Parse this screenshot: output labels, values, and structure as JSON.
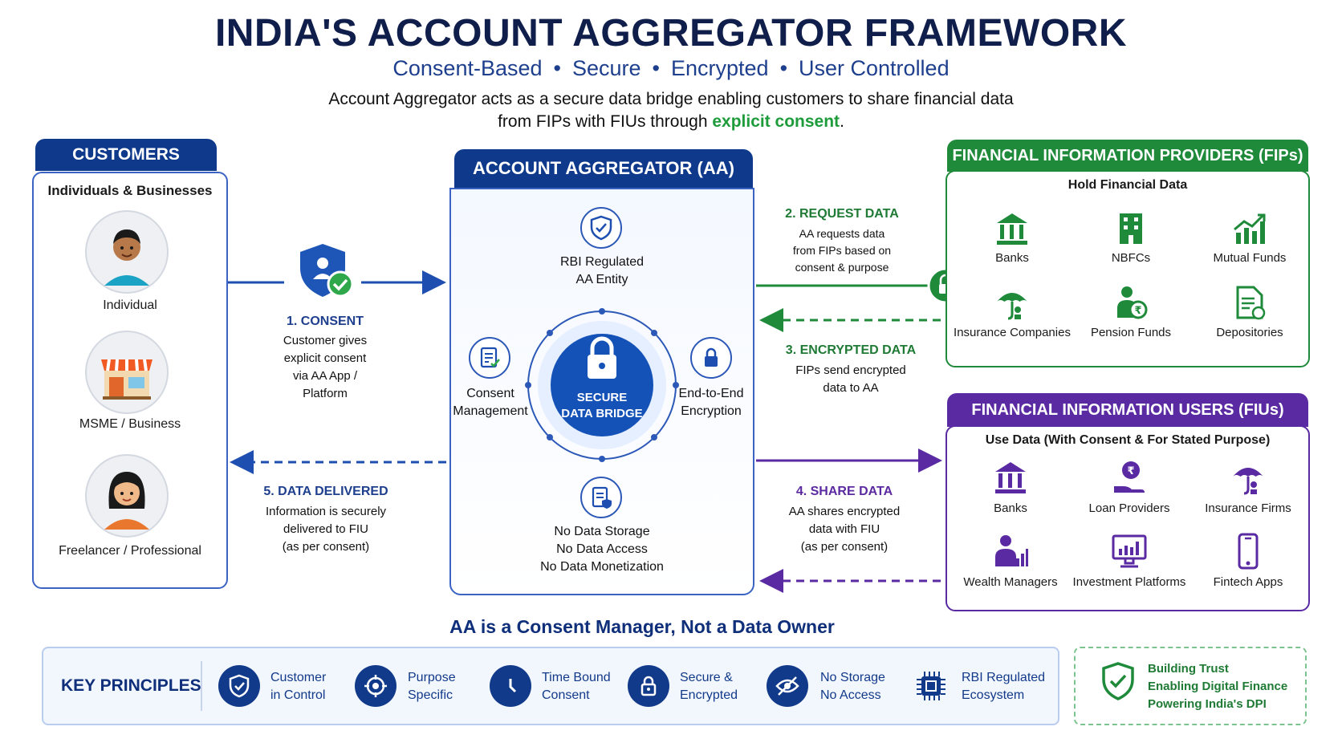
{
  "header": {
    "title": "INDIA'S ACCOUNT AGGREGATOR FRAMEWORK",
    "subtitle_parts": [
      "Consent-Based",
      "Secure",
      "Encrypted",
      "User Controlled"
    ],
    "subtitle_sep": "•",
    "desc_line1": "Account Aggregator acts as a secure data bridge enabling customers to share financial data",
    "desc_line2_pre": "from FIPs with FIUs through ",
    "desc_line2_highlight": "explicit consent",
    "desc_line2_post": "."
  },
  "customers": {
    "title": "CUSTOMERS",
    "subtitle": "Individuals & Businesses",
    "items": [
      "Individual",
      "MSME / Business",
      "Freelancer / Professional"
    ]
  },
  "aa": {
    "title": "ACCOUNT AGGREGATOR (AA)",
    "rbi_line1": "RBI Regulated",
    "rbi_line2": "AA Entity",
    "consent_line1": "Consent",
    "consent_line2": "Management",
    "e2e_line1": "End-to-End",
    "e2e_line2": "Encryption",
    "bridge_line1": "SECURE",
    "bridge_line2": "DATA BRIDGE",
    "no_storage": "No Data Storage",
    "no_access": "No Data Access",
    "no_monetization": "No Data Monetization"
  },
  "flows": {
    "consent": {
      "title": "1. CONSENT",
      "lines": [
        "Customer gives",
        "explicit consent",
        "via AA App /",
        "Platform"
      ]
    },
    "request": {
      "title": "2. REQUEST DATA",
      "lines": [
        "AA requests data",
        "from FIPs based on",
        "consent & purpose"
      ]
    },
    "encrypted": {
      "title": "3. ENCRYPTED DATA",
      "lines": [
        "FIPs send encrypted",
        "data to AA"
      ]
    },
    "share": {
      "title": "4. SHARE DATA",
      "lines": [
        "AA shares encrypted",
        "data with FIU",
        "(as per consent)"
      ]
    },
    "delivered": {
      "title": "5. DATA DELIVERED",
      "lines": [
        "Information is securely",
        "delivered to FIU",
        "(as per consent)"
      ]
    }
  },
  "fip": {
    "title": "FINANCIAL INFORMATION PROVIDERS (FIPs)",
    "subtitle": "Hold Financial Data",
    "items": [
      {
        "label": "Banks",
        "icon": "bank-icon"
      },
      {
        "label": "NBFCs",
        "icon": "building-icon"
      },
      {
        "label": "Mutual Funds",
        "icon": "growth-chart-icon"
      },
      {
        "label": "Insurance Companies",
        "icon": "umbrella-icon"
      },
      {
        "label": "Pension Funds",
        "icon": "pension-icon"
      },
      {
        "label": "Depositories",
        "icon": "document-icon"
      }
    ]
  },
  "fiu": {
    "title": "FINANCIAL INFORMATION USERS (FIUs)",
    "subtitle": "Use Data (With Consent & For Stated Purpose)",
    "items": [
      {
        "label": "Banks",
        "icon": "bank-icon"
      },
      {
        "label": "Loan Providers",
        "icon": "loan-icon"
      },
      {
        "label": "Insurance Firms",
        "icon": "umbrella-icon"
      },
      {
        "label": "Wealth Managers",
        "icon": "wealth-icon"
      },
      {
        "label": "Investment Platforms",
        "icon": "monitor-chart-icon"
      },
      {
        "label": "Fintech Apps",
        "icon": "phone-icon"
      }
    ]
  },
  "footer": {
    "tagline": "AA is a Consent Manager, Not a Data Owner",
    "kp_title": "KEY PRINCIPLES",
    "principles": [
      {
        "line1": "Customer",
        "line2": "in Control",
        "icon": "shield-icon"
      },
      {
        "line1": "Purpose",
        "line2": "Specific",
        "icon": "target-icon"
      },
      {
        "line1": "Time Bound",
        "line2": "Consent",
        "icon": "clock-icon"
      },
      {
        "line1": "Secure &",
        "line2": "Encrypted",
        "icon": "lock-icon"
      },
      {
        "line1": "No Storage",
        "line2": "No Access",
        "icon": "eye-off-icon"
      },
      {
        "line1": "RBI Regulated",
        "line2": "Ecosystem",
        "icon": "chip-icon"
      }
    ],
    "trust_lines": [
      "Building Trust",
      "Enabling Digital Finance",
      "Powering India's DPI"
    ]
  },
  "colors": {
    "navy": "#0f3a8c",
    "green": "#1e8a3a",
    "purple": "#5a2aa3"
  }
}
